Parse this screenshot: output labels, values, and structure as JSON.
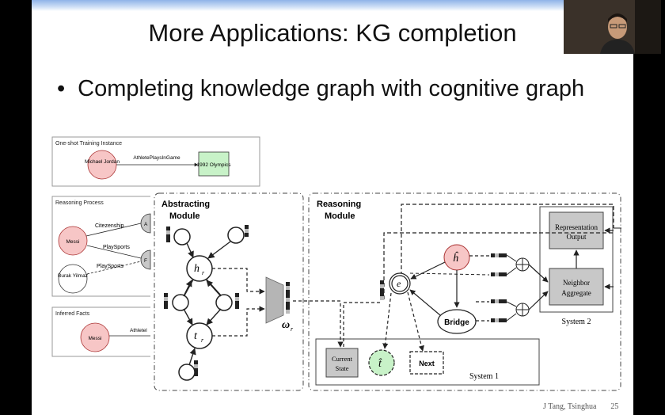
{
  "slide": {
    "title": "More Applications: KG completion",
    "bullet": "Completing knowledge graph with cognitive graph",
    "footer_author": "J Tang, Tsinghua",
    "footer_page": "25"
  },
  "figure": {
    "one_shot": {
      "label": "One-shot Training Instance",
      "head": "Michael Jordan",
      "relation": "AthletePlaysInGame",
      "tail": "1992 Olympics"
    },
    "reasoning_process": {
      "label": "Reasoning Process",
      "messi": "Messi",
      "burak": "Burak Yilmaz",
      "citizenship": "Citezenship",
      "plays_sports_1": "PlaySports",
      "plays_sports_2": "PlaySports",
      "clip_a": "A",
      "clip_f": "F"
    },
    "inferred_facts": {
      "label": "Inferred Facts",
      "messi": "Messi",
      "relation": "Athletel"
    },
    "abstracting_module": {
      "title_line1": "Abstracting",
      "title_line2": "Module",
      "hr": "h",
      "hr_sub": "r",
      "tr": "t",
      "tr_sub": "r",
      "omega": "ω",
      "omega_sub": "r"
    },
    "reasoning_module": {
      "title_line1": "Reasoning",
      "title_line2": "Module",
      "h_hat": "ĥ",
      "e": "e",
      "bridge": "Bridge",
      "t_hat": "t̂",
      "current_state_line1": "Current",
      "current_state_line2": "State",
      "next": "Next",
      "system1": "System 1",
      "representation_line1": "Representation",
      "representation_line2": "Output",
      "neighbor_line1": "Neighbor",
      "neighbor_line2": "Aggregate",
      "system2": "System 2"
    }
  },
  "colors": {
    "pink_node": "#f7c6c6",
    "green_node": "#c8f2c8",
    "gray_box": "#c8c8c8",
    "top_bar": "#8fb3e8"
  },
  "icons": {
    "bullet": "•"
  }
}
